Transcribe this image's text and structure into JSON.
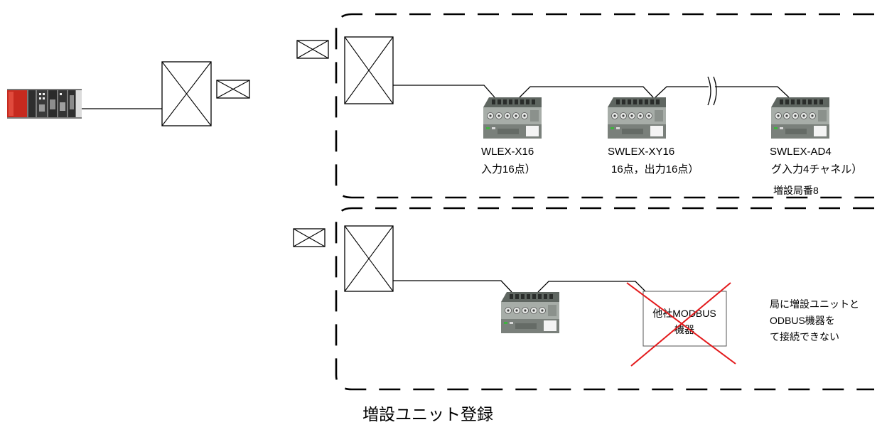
{
  "diagram": {
    "caption": "増設ユニット登録",
    "upper_group": {
      "devices": [
        {
          "line1": "WLEX-X16",
          "line2": "入力16点）"
        },
        {
          "line1": "SWLEX-XY16",
          "line2": "16点，出力16点）"
        },
        {
          "line1": "SWLEX-AD4",
          "line2": "グ入力4チャネル）"
        }
      ],
      "station_note": "増設局番8"
    },
    "lower_group": {
      "third_party_device": {
        "line1": "他社MODBUS",
        "line2": "機器"
      },
      "note": [
        "局に増設ユニットと",
        "ODBUS機器を",
        "て接続できない"
      ]
    }
  },
  "icons": {
    "controller": "plc-rack-icon",
    "io_module": "io-module-icon",
    "placeholder_box": "crossed-box-icon",
    "cable_break": "cable-break-icon",
    "prohibited": "red-cross-icon"
  },
  "colors": {
    "prohibited_mark": "#e31a1c",
    "plc_cpu_module": "#c62a1f",
    "io_module_body": "#a7ada8"
  }
}
